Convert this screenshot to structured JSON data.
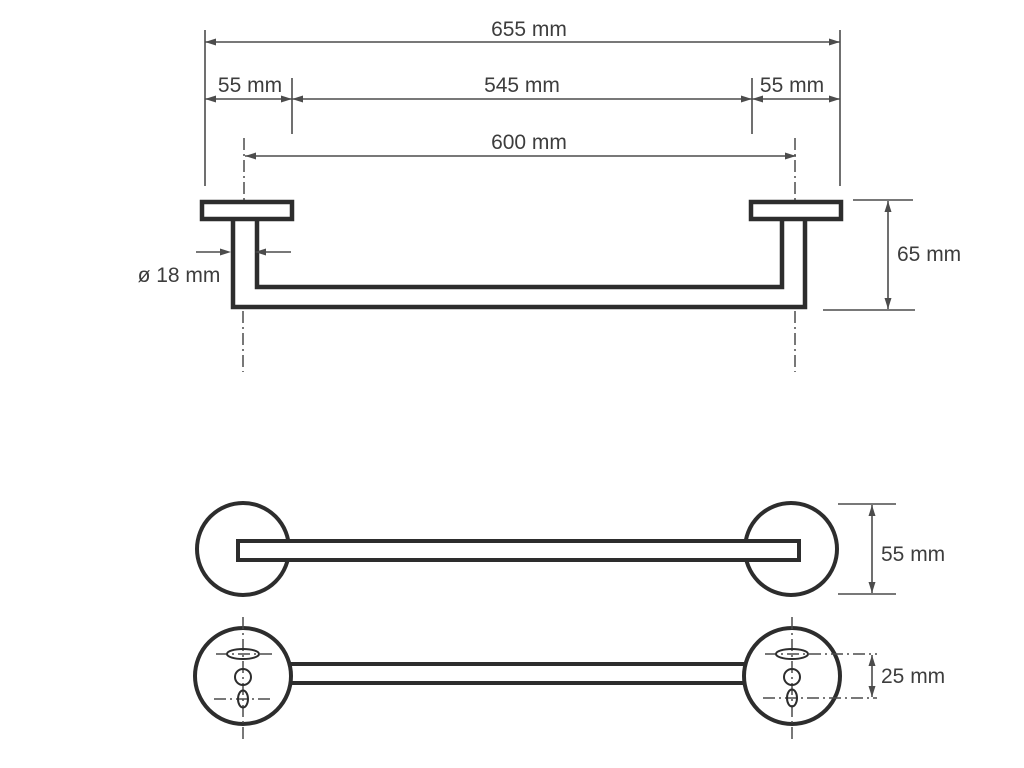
{
  "page": {
    "background": "#ffffff"
  },
  "colors": {
    "outline": "#2d2d2d",
    "dimension_lines": "#4c4c4c",
    "label_text": "#3d3d3d"
  },
  "views": {
    "side": {
      "labels": {
        "total_width": "655 mm",
        "left_offset": "55 mm",
        "center_span": "545 mm",
        "right_offset": "55 mm",
        "rail_span": "600 mm",
        "tube_diameter": "ø 18 mm",
        "depth": "65 mm"
      }
    },
    "front": {
      "labels": {
        "flange_diameter": "55 mm"
      }
    },
    "mounting": {
      "labels": {
        "hole_spacing": "25 mm"
      }
    }
  }
}
